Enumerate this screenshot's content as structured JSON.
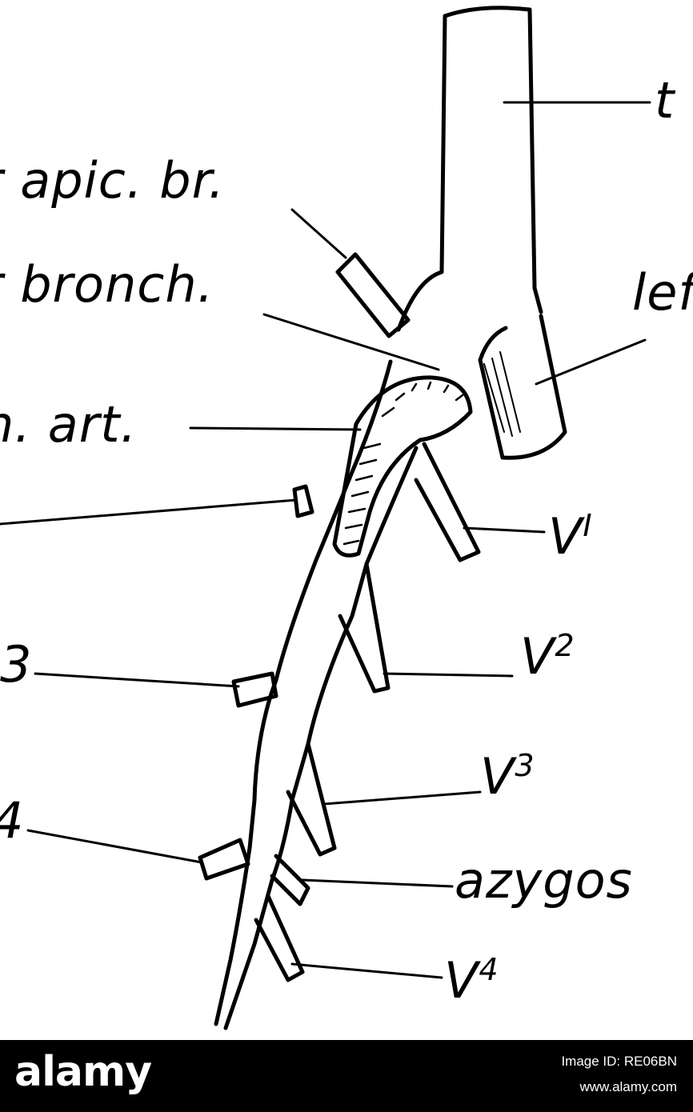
{
  "diagram": {
    "labels": {
      "t": "t",
      "apic_br": "r apic. br.",
      "bronch": "r bronch.",
      "lef": "lef",
      "art": "n. art.",
      "v1_base": "V",
      "v1_sup": "I",
      "v2_base": "V",
      "v2_sup": "2",
      "n3": "3",
      "v3_base": "V",
      "v3_sup": "3",
      "n4": "4",
      "azygos": "azygos",
      "v4_base": "V",
      "v4_sup": "4"
    }
  },
  "footer": {
    "logo": "alamy",
    "image_id": "Image ID: RE06BN",
    "site": "www.alamy.com"
  },
  "colors": {
    "ink": "#000000",
    "paper": "#ffffff",
    "footer_bg": "#000000",
    "footer_text": "#ffffff"
  }
}
